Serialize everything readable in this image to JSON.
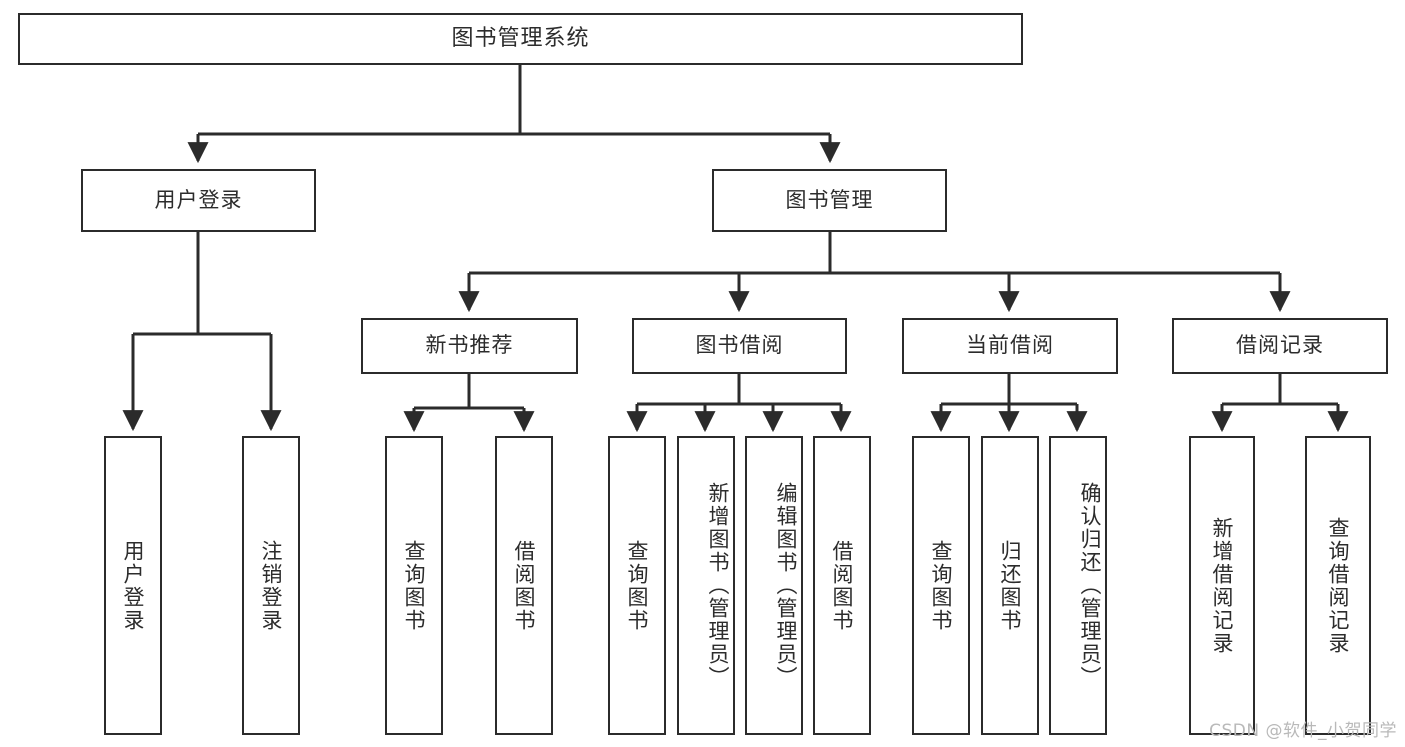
{
  "diagram": {
    "title": "图书管理系统",
    "root": {
      "label": "图书管理系统"
    },
    "level2": [
      {
        "label": "用户登录"
      },
      {
        "label": "图书管理"
      }
    ],
    "level3": [
      {
        "label": "新书推荐"
      },
      {
        "label": "图书借阅"
      },
      {
        "label": "当前借阅"
      },
      {
        "label": "借阅记录"
      }
    ],
    "leaves": {
      "user_login": [
        {
          "label": "用户登录"
        },
        {
          "label": "注销登录"
        }
      ],
      "new_book_recommend": [
        {
          "label": "查询图书"
        },
        {
          "label": "借阅图书"
        }
      ],
      "book_borrow": [
        {
          "label": "查询图书"
        },
        {
          "label": "新增图书（管理员）"
        },
        {
          "label": "编辑图书（管理员）"
        },
        {
          "label": "借阅图书"
        }
      ],
      "current_borrow": [
        {
          "label": "查询图书"
        },
        {
          "label": "归还图书"
        },
        {
          "label": "确认归还（管理员）"
        }
      ],
      "borrow_record": [
        {
          "label": "新增借阅记录"
        },
        {
          "label": "查询借阅记录"
        }
      ]
    }
  },
  "watermark": {
    "text": "CSDN @软件_小贺同学"
  },
  "colors": {
    "stroke": "#2b2b2b",
    "text": "#2c2c2c",
    "background": "#ffffff",
    "watermark": "#b9b9b9"
  }
}
